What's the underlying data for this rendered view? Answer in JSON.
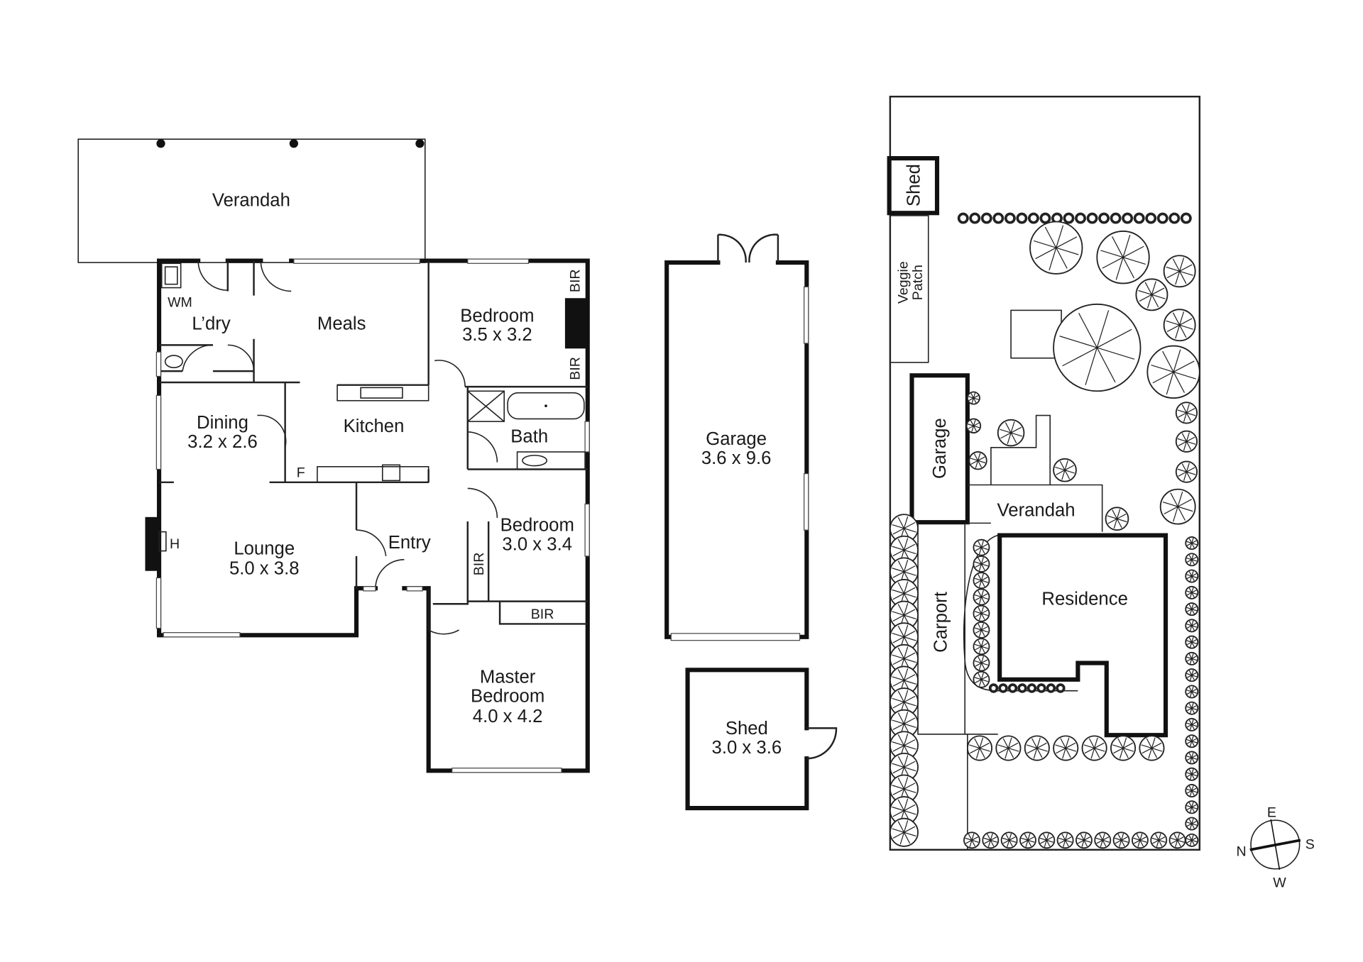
{
  "floor_plan": {
    "rooms": {
      "verandah": "Verandah",
      "wm": "WM",
      "laundry": "L’dry",
      "meals": "Meals",
      "bedroom1": {
        "name": "Bedroom",
        "size": "3.5 x 3.2"
      },
      "bir1": "BIR",
      "bir2": "BIR",
      "dining": {
        "name": "Dining",
        "size": "3.2 x 2.6"
      },
      "kitchen": "Kitchen",
      "bath": "Bath",
      "fridge": "F",
      "lounge": {
        "name": "Lounge",
        "size": "5.0 x 3.8"
      },
      "heater": "H",
      "entry": "Entry",
      "bedroom2": {
        "name": "Bedroom",
        "size": "3.0 x 3.4"
      },
      "bir3": "BIR",
      "bir4": "BIR",
      "master": {
        "name1": "Master",
        "name2": "Bedroom",
        "size": "4.0 x 4.2"
      }
    },
    "garage": {
      "name": "Garage",
      "size": "3.6 x 9.6"
    },
    "shed": {
      "name": "Shed",
      "size": "3.0 x 3.6"
    }
  },
  "site_plan": {
    "shed": "Shed",
    "veggie1": "Veggie",
    "veggie2": "Patch",
    "garage": "Garage",
    "verandah": "Verandah",
    "carport": "Carport",
    "residence": "Residence"
  },
  "compass": {
    "n": "N",
    "e": "E",
    "s": "S",
    "w": "W"
  }
}
